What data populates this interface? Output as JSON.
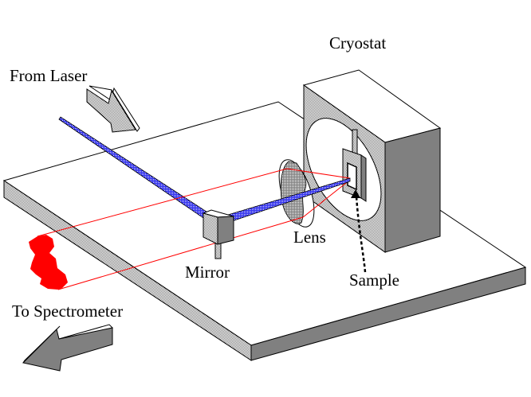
{
  "diagram": {
    "title": "Raman spectroscopy optical setup",
    "labels": {
      "cryostat": "Cryostat",
      "from_laser": "From Laser",
      "lens": "Lens",
      "mirror": "Mirror",
      "sample": "Sample",
      "to_spectrometer": "To Spectrometer"
    },
    "components": [
      "optical table",
      "cryostat",
      "sample holder",
      "lens",
      "mirror",
      "laser beam",
      "scattered light cone",
      "scattered light spot"
    ],
    "colors": {
      "laser_beam": "#2a2ae0",
      "scattered_light": "#ff0000",
      "shadow_face": "#808080",
      "dither_face": "#c0c0c0",
      "background": "#ffffff"
    }
  }
}
